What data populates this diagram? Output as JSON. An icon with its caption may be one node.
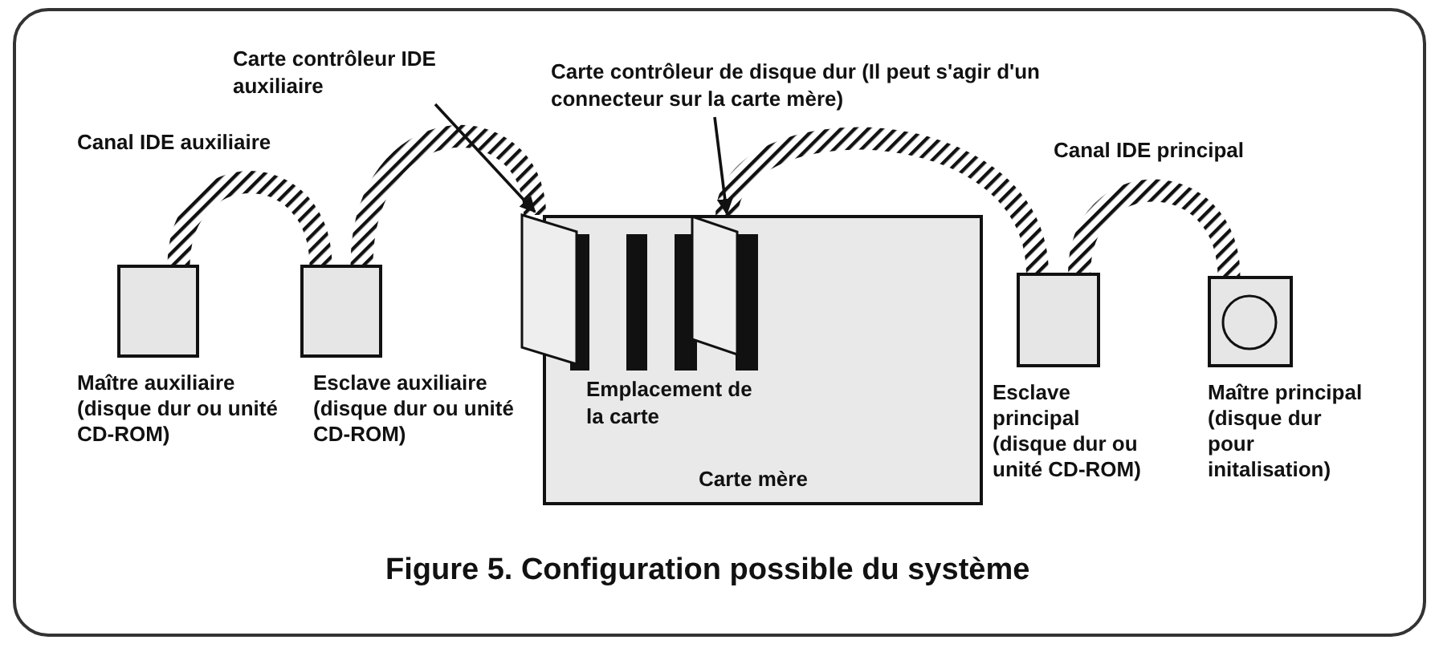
{
  "diagram": {
    "caption": "Figure 5. Configuration possible du système",
    "nodes": [
      {
        "text": [
          "Carte contrôleur IDE auxiliaire"
        ]
      },
      {
        "text": [
          "Carte contrôleur de disque dur (Il peut s'agir d'un connecteur sur la carte mère)"
        ]
      },
      {
        "text": [
          "Carte mère"
        ]
      },
      {
        "text": [],
        "shape": "box"
      },
      {
        "text": [],
        "shape": "box",
        "in": 2
      },
      {
        "text": [
          "Maître auxiliaire",
          "(disque dur ou unité CD-ROM)"
        ]
      },
      {
        "text": [
          "Esclave auxiliaire",
          "(disque dur ou unité CD-ROM)"
        ]
      },
      {
        "text": [
          "Esclave principal",
          "(disque dur ou unité CD-ROM)"
        ]
      },
      {
        "text": [
          "Maître principal",
          "(disque dur pour initalisation)"
        ]
      }
    ],
    "edges": [
      {
        "from": 0,
        "to": 3,
        "arrow": "to"
      },
      {
        "from": 1,
        "to": 4,
        "arrow": "to"
      },
      {
        "from": 3,
        "to": 6,
        "arrow": "none",
        "style": "thick"
      },
      {
        "from": 6,
        "to": 5,
        "arrow": "none",
        "style": "thick"
      },
      {
        "from": 4,
        "to": 7,
        "arrow": "none",
        "style": "thick"
      },
      {
        "from": 7,
        "to": 8,
        "arrow": "none",
        "style": "thick"
      }
    ],
    "labels": [
      "Canal IDE auxiliaire",
      "Canal IDE principal",
      "Emplacement de la carte"
    ]
  }
}
